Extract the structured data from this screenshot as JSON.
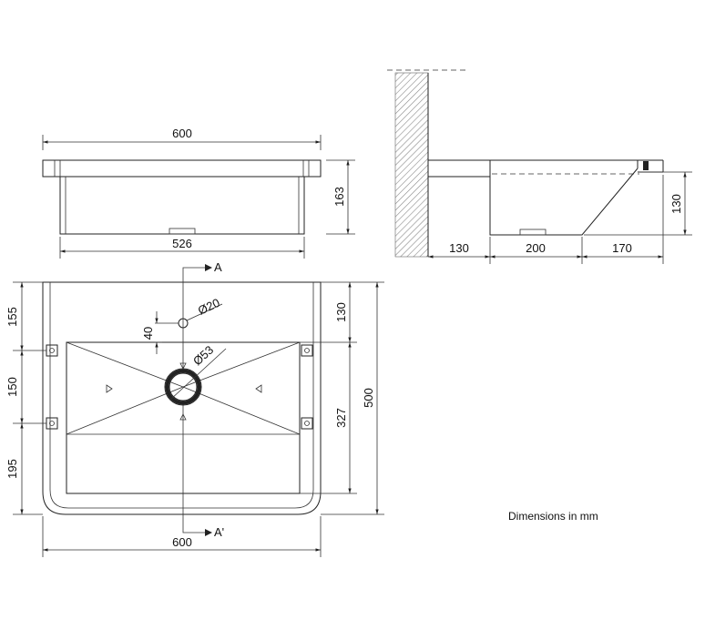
{
  "top_view": {
    "width_label": "600",
    "inner_width_label": "526",
    "height_label": "163"
  },
  "side_view": {
    "wall_gap_label": "130",
    "bowl_bottom_label": "200",
    "slope_label": "170",
    "bowl_depth_label": "130"
  },
  "plan_view": {
    "section_start": "A",
    "section_end": "A'",
    "tap_hole_diameter": "Ø20",
    "drain_diameter": "Ø53",
    "tap_offset_label": "40",
    "left_dims": [
      "155",
      "150",
      "195"
    ],
    "right_dim_top": "130",
    "right_dim_basin": "327",
    "right_dim_total": "500",
    "bottom_width_label": "600"
  },
  "note": "Dimensions in mm",
  "colors": {
    "line": "#222222",
    "hatch": "#888888",
    "background": "#ffffff"
  }
}
